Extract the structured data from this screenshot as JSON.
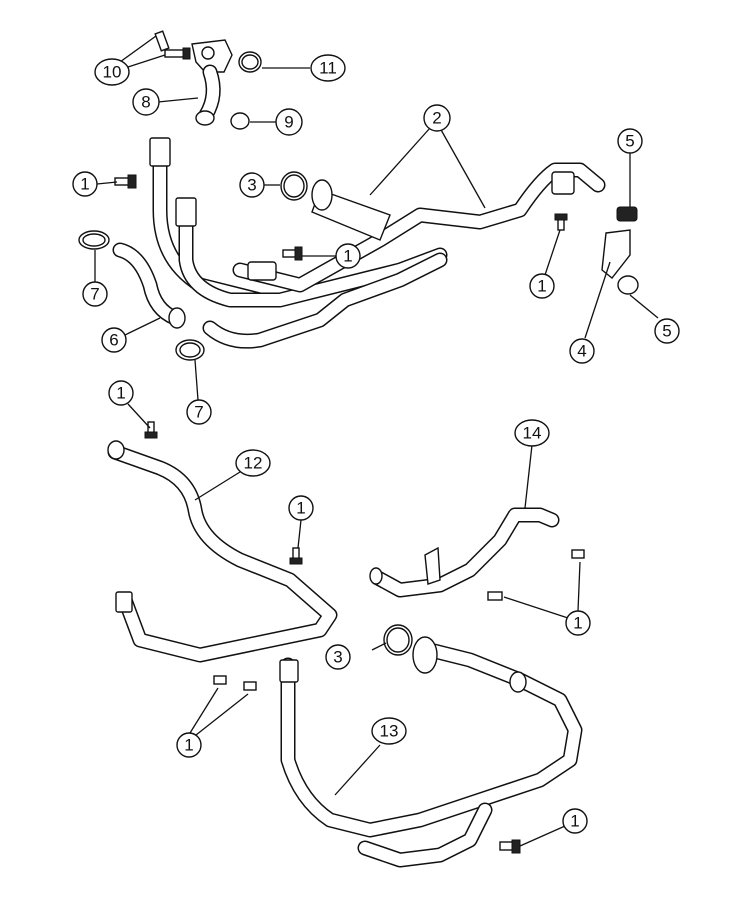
{
  "diagram": {
    "callouts": [
      {
        "id": "c10",
        "label": "10"
      },
      {
        "id": "c11",
        "label": "11"
      },
      {
        "id": "c8",
        "label": "8"
      },
      {
        "id": "c9",
        "label": "9"
      },
      {
        "id": "c2",
        "label": "2"
      },
      {
        "id": "c5a",
        "label": "5"
      },
      {
        "id": "c1a",
        "label": "1"
      },
      {
        "id": "c3a",
        "label": "3"
      },
      {
        "id": "c1b",
        "label": "1"
      },
      {
        "id": "c1c",
        "label": "1"
      },
      {
        "id": "c7a",
        "label": "7"
      },
      {
        "id": "c6",
        "label": "6"
      },
      {
        "id": "c7b",
        "label": "7"
      },
      {
        "id": "c5b",
        "label": "5"
      },
      {
        "id": "c4",
        "label": "4"
      },
      {
        "id": "c1d",
        "label": "1"
      },
      {
        "id": "c12",
        "label": "12"
      },
      {
        "id": "c14",
        "label": "14"
      },
      {
        "id": "c1e",
        "label": "1"
      },
      {
        "id": "c1f",
        "label": "1"
      },
      {
        "id": "c3b",
        "label": "3"
      },
      {
        "id": "c1g",
        "label": "1"
      },
      {
        "id": "c13",
        "label": "13"
      },
      {
        "id": "c1h",
        "label": "1"
      }
    ]
  }
}
